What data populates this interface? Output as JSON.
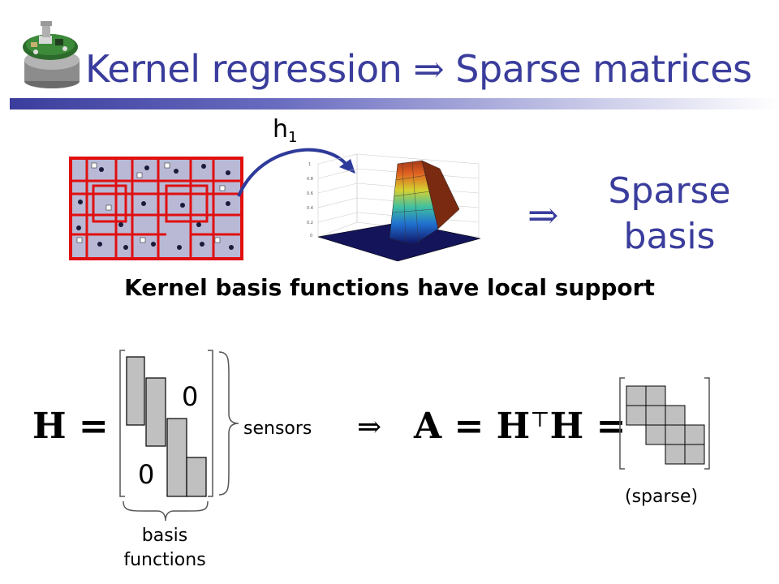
{
  "slide": {
    "title_left": "Kernel regression",
    "title_arrow": "⇒",
    "title_right": "Sparse matrices",
    "h_label": "h",
    "h_subscript": "1",
    "implies": "⇒",
    "sparse_basis": "Sparse basis",
    "support_text": "Kernel basis functions have local support"
  },
  "bottom": {
    "H_eq": "H =",
    "zero_top": "0",
    "zero_bottom": "0",
    "sensors_label": "sensors",
    "implies": "⇒",
    "A_eq": "A = H",
    "transpose": "⊤",
    "A_eq_rest": "H =",
    "basis_label": "basis functions",
    "sparse_label": "(sparse)"
  },
  "colors": {
    "title": "#3a3d9c",
    "arrow": "#2e3a9a",
    "block_fill": "#c0c0c0",
    "layout_red": "#e01010"
  }
}
